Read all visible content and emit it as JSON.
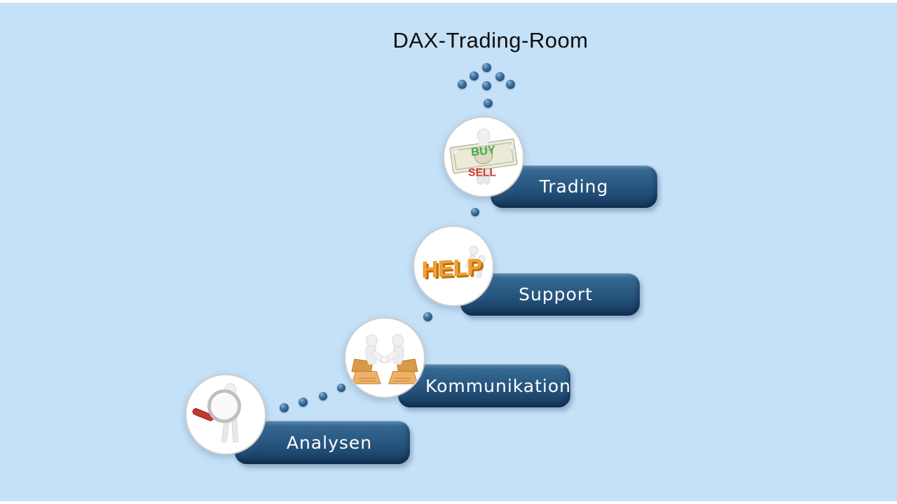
{
  "slide": {
    "title": "DAX-Trading-Room"
  },
  "steps": [
    {
      "label": "Trading",
      "icon": "figure-with-dollar-bill-icon",
      "texts": {
        "buy": "BUY",
        "sell": "SELL"
      }
    },
    {
      "label": "Support",
      "icon": "help-3d-letters-icon",
      "texts": {
        "help": "HELP"
      }
    },
    {
      "label": "Kommunikation",
      "icon": "handshake-laptops-icon"
    },
    {
      "label": "Analysen",
      "icon": "figure-magnifying-glass-icon"
    }
  ],
  "colors": {
    "background": "#c5e1f7",
    "edge_bars": "#ffffff",
    "title_text": "#0e0e0e",
    "pill_gradient_top": "#356892",
    "pill_gradient_bottom": "#173a5e",
    "pill_text": "#ffffff",
    "dot_sphere": "#2a5c8a",
    "buy_green": "#3fae49",
    "sell_red": "#d03a2a",
    "help_orange": "#f5a02f",
    "laptop_orange": "#e2a257",
    "magnifier_handle_red": "#c13b2a"
  }
}
